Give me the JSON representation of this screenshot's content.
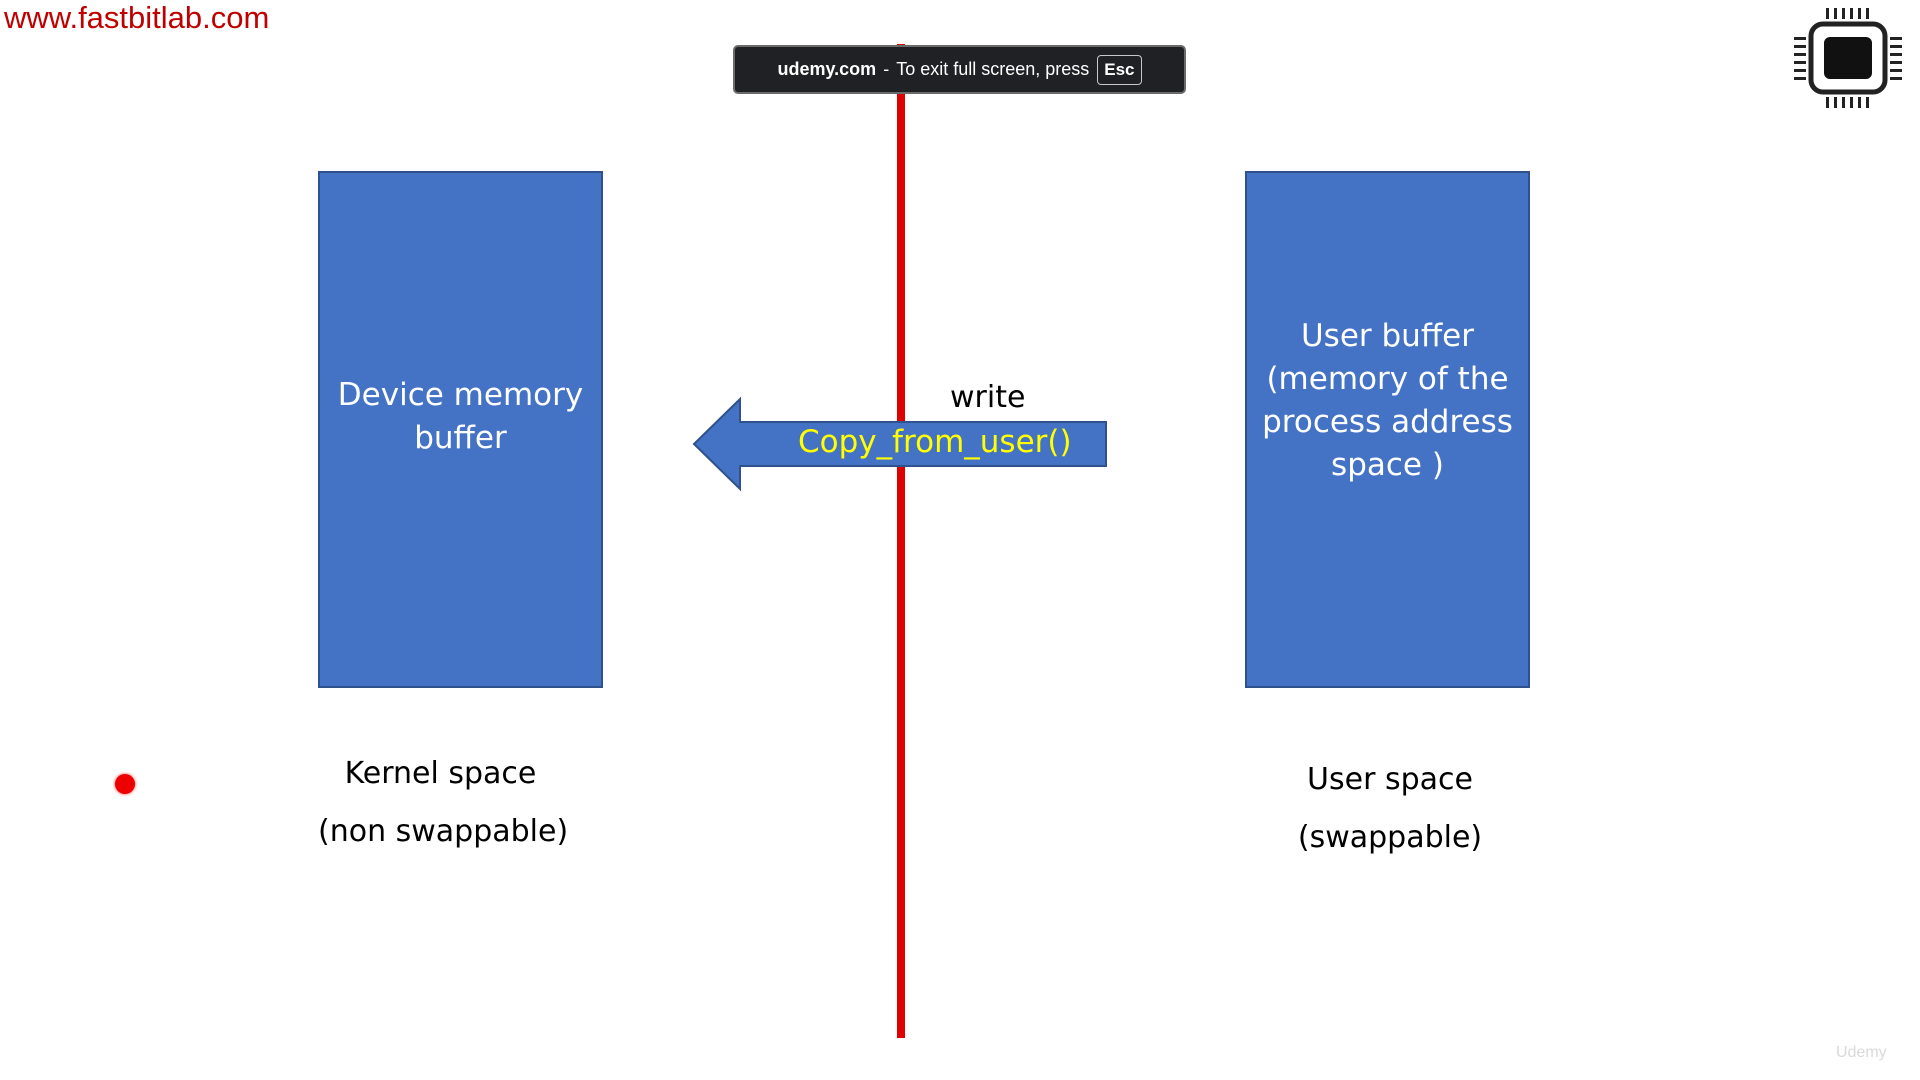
{
  "watermark": {
    "site": "www.fastbitlab.com",
    "brand_mark": "Udemy"
  },
  "fullscreen_toast": {
    "domain": "udemy.com",
    "separator": "-",
    "message": "To exit full screen, press",
    "key": "Esc"
  },
  "slide": {
    "left_box": {
      "lines": [
        "Device memory",
        "buffer"
      ]
    },
    "right_box": {
      "lines": [
        "User buffer",
        "(memory of the",
        "process address",
        "space )"
      ]
    },
    "arrow": {
      "label_top": "write",
      "label_inside": "Copy_from_user()"
    },
    "kernel_label": {
      "line1": "Kernel space",
      "line2": "(non swappable)"
    },
    "user_label": {
      "line1": "User space",
      "line2": "(swappable)"
    }
  },
  "colors": {
    "box_fill": "#4472c4",
    "boundary_line": "#e00000",
    "arrow_text": "#ffff00",
    "watermark_text": "#c00000",
    "laser_pointer": "#ee0000"
  },
  "icons": {
    "logo": "chip-icon",
    "pointer": "laser-pointer-dot"
  }
}
